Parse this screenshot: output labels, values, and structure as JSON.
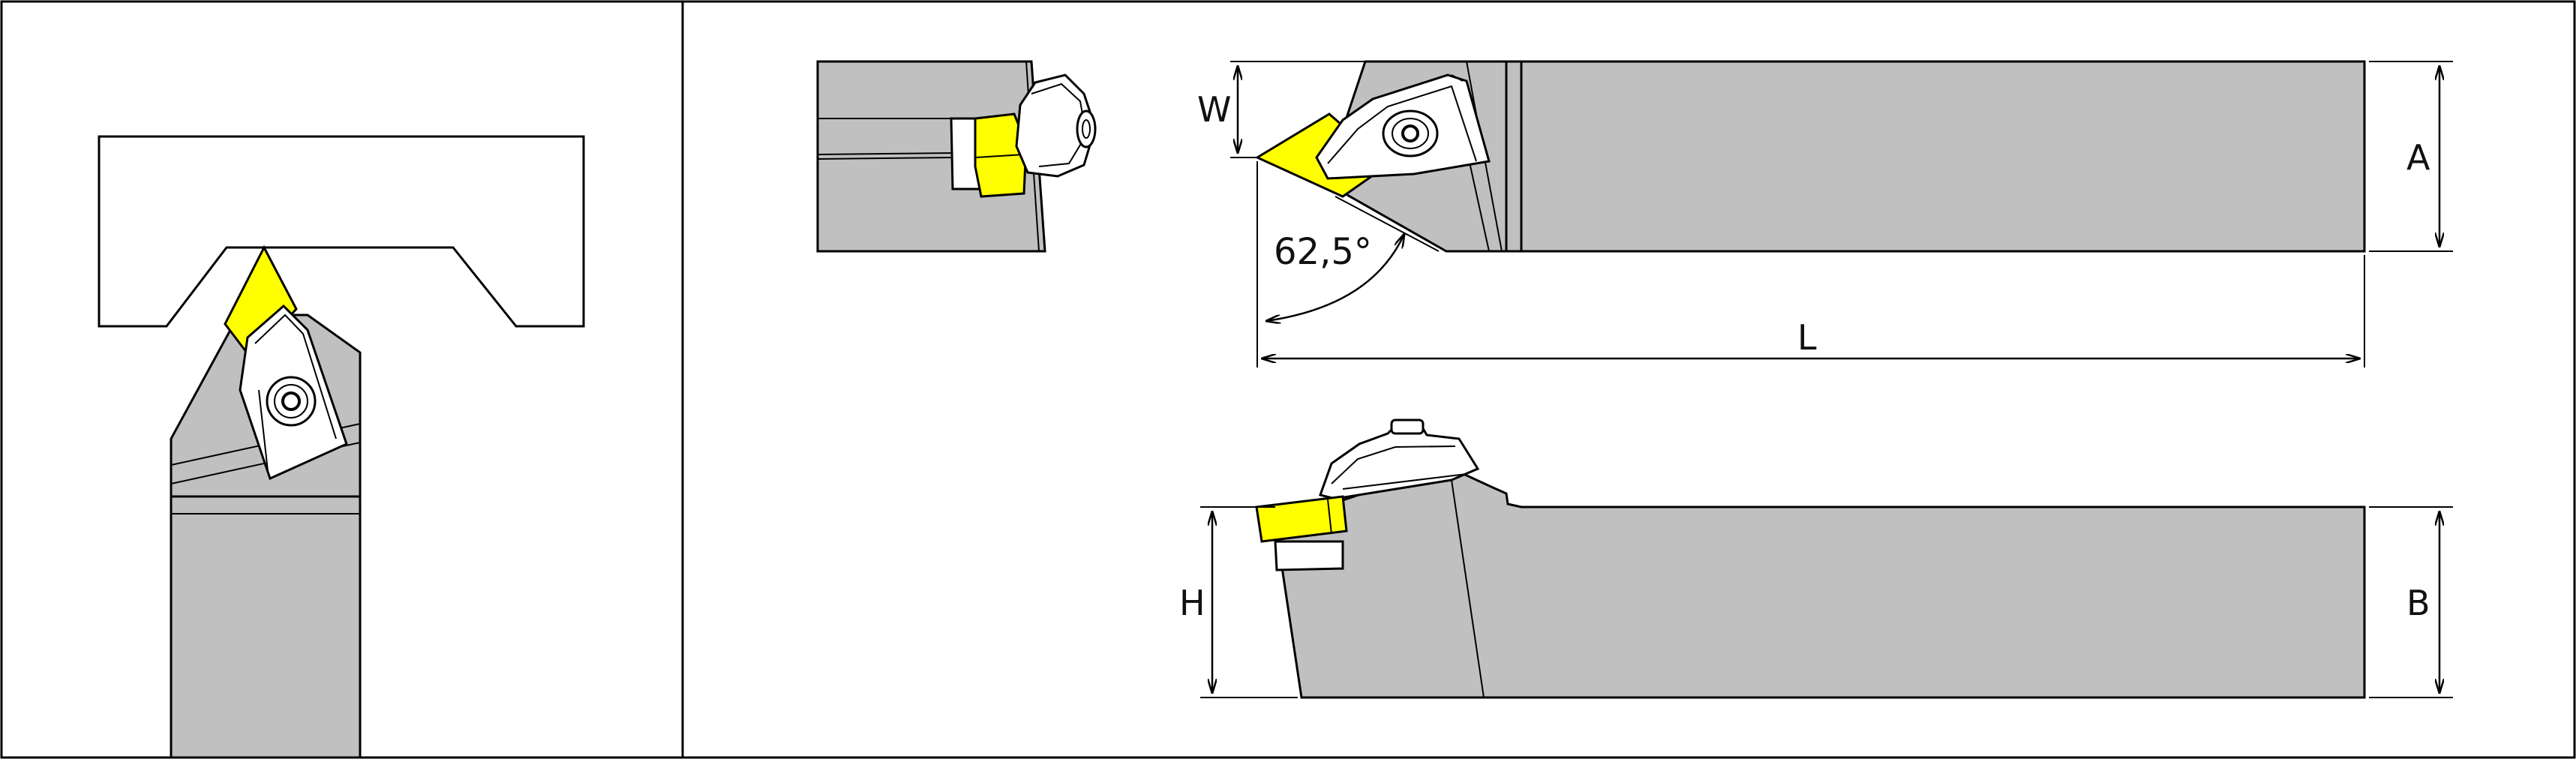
{
  "dimensions": {
    "W": "W",
    "A": "A",
    "L": "L",
    "H": "H",
    "B": "B",
    "angle": "62,5°"
  },
  "colors": {
    "body": "#c0c0c0",
    "insert": "#ffff00",
    "line": "#000000",
    "background": "#ffffff"
  }
}
